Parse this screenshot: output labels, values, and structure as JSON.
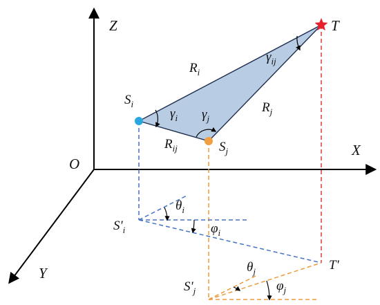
{
  "colors": {
    "axis": "#000000",
    "triangle_fill": "#b8cce4",
    "triangle_stroke": "#1f2d4d",
    "blue": "#4472c4",
    "orange": "#ed9b3a",
    "red": "#e03a3a",
    "point_si": "#2aa7e0",
    "point_sj": "#f0a040",
    "star": "#e8202a"
  },
  "labels": {
    "axis_z": "Z",
    "axis_x": "X",
    "axis_y": "Y",
    "origin": "O",
    "target": "T",
    "target_proj": "T'",
    "si": {
      "base": "S",
      "sub": "i"
    },
    "sj": {
      "base": "S",
      "sub": "j"
    },
    "si_proj": {
      "base": "S'",
      "sub": "i"
    },
    "sj_proj": {
      "base": "S'",
      "sub": "j"
    },
    "ri": {
      "base": "R",
      "sub": "i"
    },
    "rj": {
      "base": "R",
      "sub": "j"
    },
    "rij": {
      "base": "R",
      "sub": "ij"
    },
    "gamma_i": {
      "base": "γ",
      "sub": "i"
    },
    "gamma_j": {
      "base": "γ",
      "sub": "j"
    },
    "gamma_ij": {
      "base": "γ",
      "sub": "ij"
    },
    "theta_i": {
      "base": "θ",
      "sub": "i"
    },
    "theta_j": {
      "base": "θ",
      "sub": "j"
    },
    "phi_i": {
      "base": "φ",
      "sub": "i"
    },
    "phi_j": {
      "base": "φ",
      "sub": "j"
    }
  }
}
